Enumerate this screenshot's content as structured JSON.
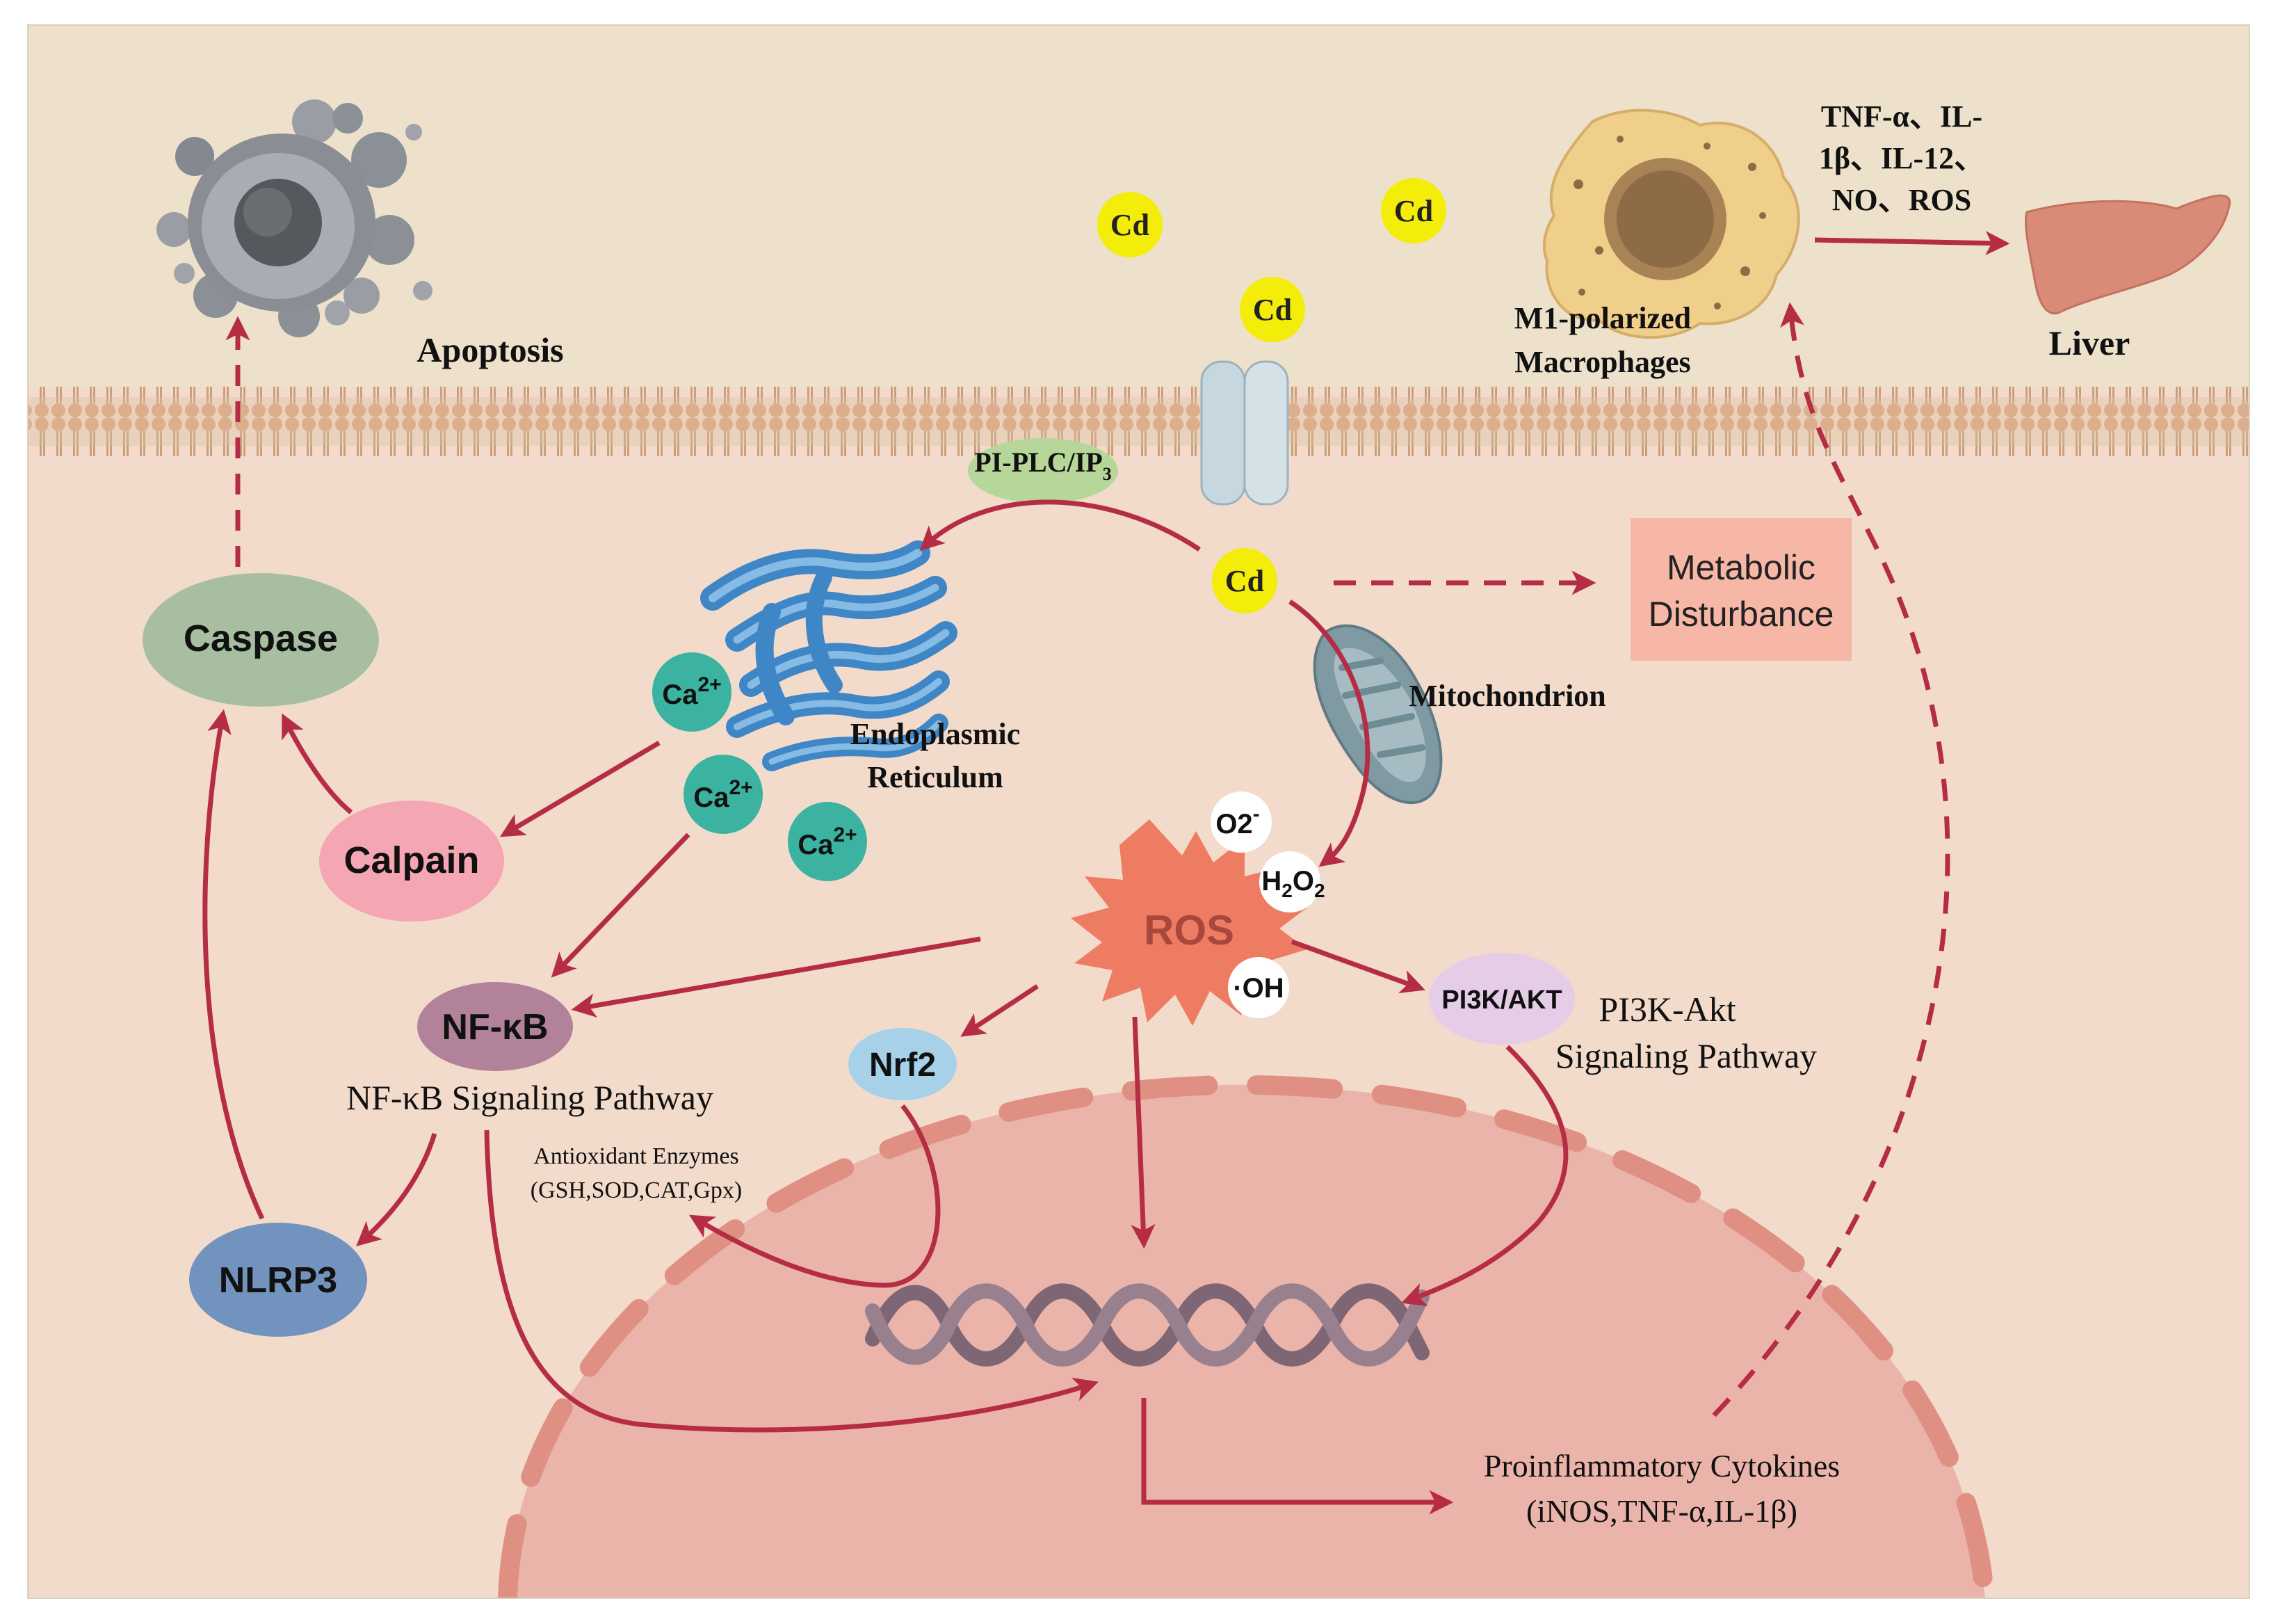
{
  "labels": {
    "apoptosis": "Apoptosis",
    "cd": "Cd",
    "pi_plc": "PI-PLC/IP",
    "pi_plc_sub": "3",
    "caspase": "Caspase",
    "calpain": "Calpain",
    "er_line1": "Endoplasmic",
    "er_line2": "Reticulum",
    "ca": "Ca",
    "ca_sup": "2+",
    "metabolic_line1": "Metabolic",
    "metabolic_line2": "Disturbance",
    "mitochondrion": "Mitochondrion",
    "ros": "ROS",
    "o2": "O2",
    "o2_sup": "-",
    "h2o2_h": "H",
    "h2o2_sub1": "2",
    "h2o2_o": "O",
    "h2o2_sub2": "2",
    "oh": "·OH",
    "nfkb": "NF-κB",
    "nfkb_pathway": "NF-κB Signaling Pathway",
    "nrf2": "Nrf2",
    "pi3k": "PI3K/AKT",
    "pi3k_pathway_line1": "PI3K-Akt",
    "pi3k_pathway_line2": "Signaling Pathway",
    "nlrp3": "NLRP3",
    "antioxidant_line1": "Antioxidant Enzymes",
    "antioxidant_line2": "(GSH,SOD,CAT,Gpx)",
    "proinflammatory_line1": "Proinflammatory Cytokines",
    "proinflammatory_line2": "(iNOS,TNF-α,IL-1β)",
    "macrophage_line1": "M1-polarized",
    "macrophage_line2": "Macrophages",
    "cytokines_line1": "TNF-α、IL-",
    "cytokines_line2": "1β、IL-12、",
    "cytokines_line3": "NO、ROS",
    "liver": "Liver"
  },
  "colors": {
    "extracellular": "#ede1cb",
    "cytoplasm": "#f2dbcb",
    "nucleus": "#ebb4aa",
    "arrow": "#b52d45",
    "cd_yellow": "#f4ec09",
    "calcium_teal": "#3bb3a0",
    "caspase_green": "#a7bfa0",
    "calpain_pink": "#f4a7b3",
    "nfkb_purple": "#b2829a",
    "nlrp3_blue": "#7293bd",
    "nrf2_blue": "#a7d1e9",
    "pi3k_lavender": "#e5cde8",
    "pi_plc_green": "#b7d79a",
    "metabolic_box": "#f6b7a6",
    "ros_burst": "#ee7c63"
  }
}
